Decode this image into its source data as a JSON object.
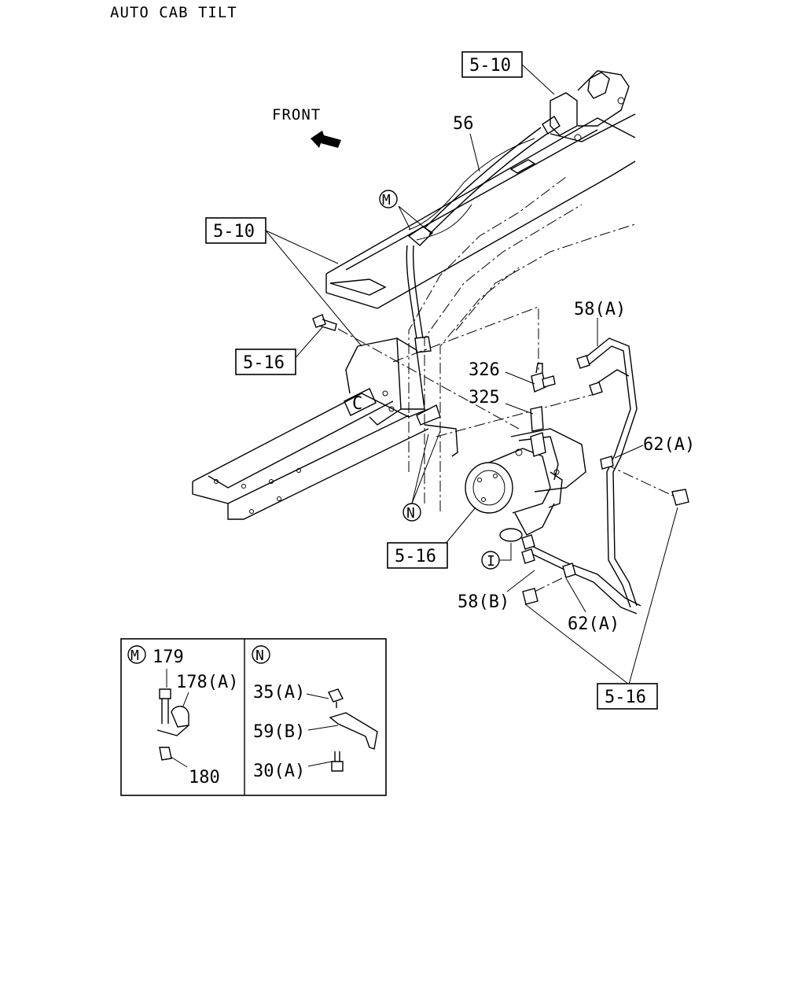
{
  "title": "AUTO CAB TILT",
  "front_label": "FRONT",
  "callouts": {
    "ref_5_10_top": "5-10",
    "ref_5_10_left": "5-10",
    "ref_5_16_left": "5-16",
    "ref_5_16_mid": "5-16",
    "ref_5_16_bottom": "5-16",
    "part_56": "56",
    "part_58a": "58(A)",
    "part_326": "326",
    "part_325": "325",
    "part_62a_right": "62(A)",
    "part_58b": "58(B)",
    "part_62a_bottom": "62(A)",
    "marker_m": "M",
    "marker_n": "N",
    "marker_i": "I"
  },
  "detail_m": {
    "marker": "M",
    "p179": "179",
    "p178a": "178(A)",
    "p180": "180"
  },
  "detail_n": {
    "marker": "N",
    "p35a": "35(A)",
    "p59b": "59(B)",
    "p30a": "30(A)"
  }
}
